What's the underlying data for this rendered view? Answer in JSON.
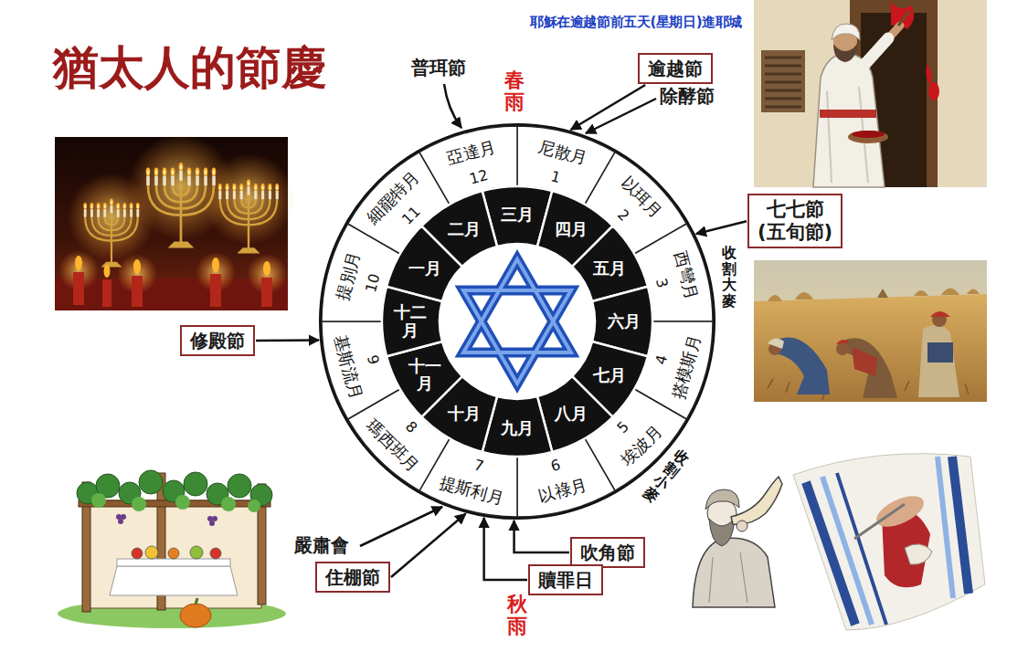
{
  "diagram": {
    "title": "猶太人的節慶",
    "nodes": [
      {
        "text": [
          "逾越節"
        ]
      },
      {
        "text": [
          "七七節 (五旬節)"
        ]
      },
      {
        "text": [
          "修殿節"
        ]
      },
      {
        "text": [
          "尼散月",
          "1"
        ]
      },
      {
        "text": [
          "以珥月",
          "2"
        ]
      },
      {
        "text": [
          "西彎月",
          "3"
        ]
      },
      {
        "text": [
          "搭模斯月",
          "4"
        ]
      },
      {
        "text": [
          "埃波月",
          "5"
        ]
      },
      {
        "text": [
          "以祿月",
          "6"
        ]
      },
      {
        "text": [
          "提斯利月",
          "7"
        ]
      },
      {
        "text": [
          "瑪西班月",
          "8"
        ]
      },
      {
        "text": [
          "基斯流月",
          "9"
        ]
      },
      {
        "text": [
          "提別月",
          "10"
        ]
      },
      {
        "text": [
          "細罷特月",
          "11"
        ]
      },
      {
        "text": [
          "亞達月",
          "12"
        ]
      },
      {
        "text": [
          "三月"
        ]
      },
      {
        "text": [
          "四月"
        ]
      },
      {
        "text": [
          "五月"
        ]
      },
      {
        "text": [
          "六月"
        ]
      },
      {
        "text": [
          "七月"
        ]
      },
      {
        "text": [
          "八月"
        ]
      },
      {
        "text": [
          "九月"
        ]
      },
      {
        "text": [
          "十月"
        ]
      },
      {
        "text": [
          "十一月"
        ]
      },
      {
        "text": [
          "十二月"
        ]
      },
      {
        "text": [
          "一月"
        ]
      },
      {
        "text": [
          "二月"
        ]
      },
      {
        "text": [
          "吹角節"
        ]
      },
      {
        "text": [
          "贖罪日"
        ]
      },
      {
        "text": [
          "住棚節"
        ]
      }
    ],
    "edges": [
      {
        "from": 0,
        "to": 3,
        "arrow": "to"
      },
      {
        "from": 1,
        "to": 5,
        "arrow": "to"
      },
      {
        "from": 2,
        "to": 11,
        "arrow": "to"
      },
      {
        "from": 27,
        "to": 9,
        "arrow": "to"
      },
      {
        "from": 28,
        "to": 9,
        "arrow": "to"
      },
      {
        "from": 29,
        "to": 9,
        "arrow": "to"
      }
    ],
    "labels": [
      "耶穌在逾越節前五天(星期日)進耶城",
      "普珥節",
      "春雨",
      "除酵節",
      "收割大麥",
      "收割小麥",
      "嚴肅會",
      "秋雨"
    ]
  }
}
